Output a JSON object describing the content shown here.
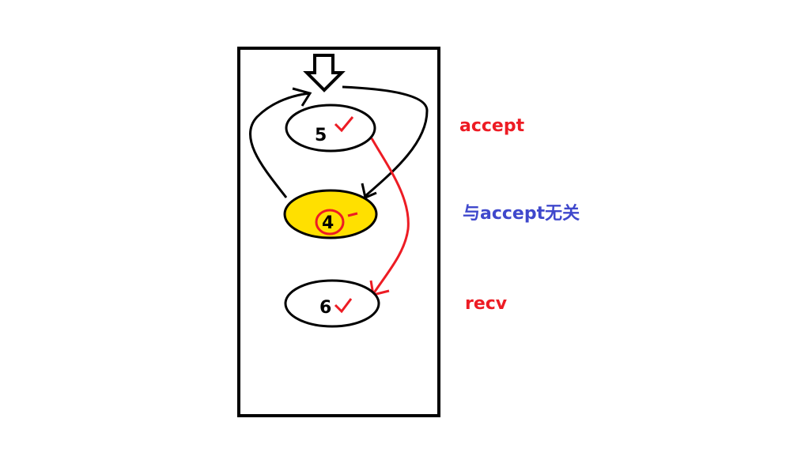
{
  "nodes": {
    "top": {
      "label": "5",
      "checked": true
    },
    "middle": {
      "label": "4",
      "highlighted": true,
      "circled": true
    },
    "bottom": {
      "label": "6",
      "checked": true
    }
  },
  "labels": {
    "accept": "accept",
    "unrelated": "与accept无关",
    "recv": "recv"
  },
  "colors": {
    "accept_label": "#ed1c24",
    "unrelated_label": "#3f48cc",
    "recv_label": "#ed1c24",
    "red_ink": "#ed1c24",
    "highlight_fill": "#ffe000",
    "ink": "#000000"
  },
  "icons": {
    "entry": "down-arrow-icon",
    "check": "checkmark-icon"
  }
}
